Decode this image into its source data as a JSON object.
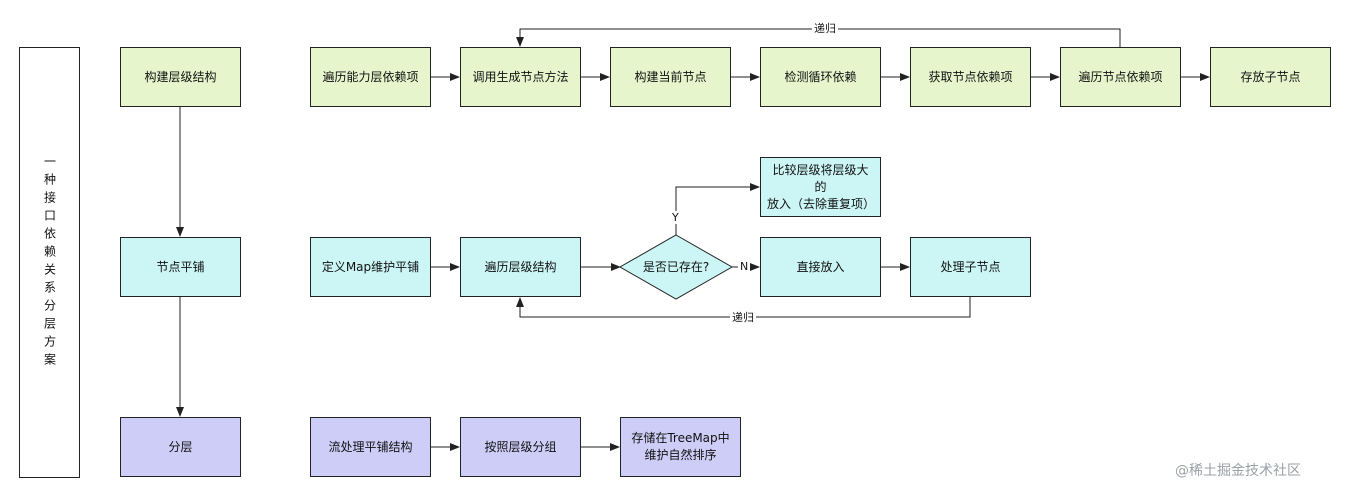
{
  "title": "一种接口依赖关系分层方案",
  "stages": {
    "build": "构建层级结构",
    "flatten": "节点平铺",
    "layer": "分层"
  },
  "row1": {
    "n1": "遍历能力层依赖项",
    "n2": "调用生成节点方法",
    "n3": "构建当前节点",
    "n4": "检测循环依赖",
    "n5": "获取节点依赖项",
    "n6": "遍历节点依赖项",
    "n7": "存放子节点",
    "loop_label": "递归"
  },
  "row2": {
    "n1": "定义Map维护平铺",
    "n2": "遍历层级结构",
    "decision": "是否已存在?",
    "yes_label": "Y",
    "no_label": "N",
    "yes_box": "比较层级将层级大的\n放入（去除重复项）",
    "n3": "直接放入",
    "n4": "处理子节点",
    "loop_label": "递归"
  },
  "row3": {
    "n1": "流处理平铺结构",
    "n2": "按照层级分组",
    "n3": "存储在TreeMap中\n维护自然排序"
  },
  "watermark": "@稀土掘金技术社区",
  "colors": {
    "green": "#e6f5cc",
    "cyan": "#ccf6f6",
    "purple": "#cecdf7",
    "line": "#222222"
  }
}
